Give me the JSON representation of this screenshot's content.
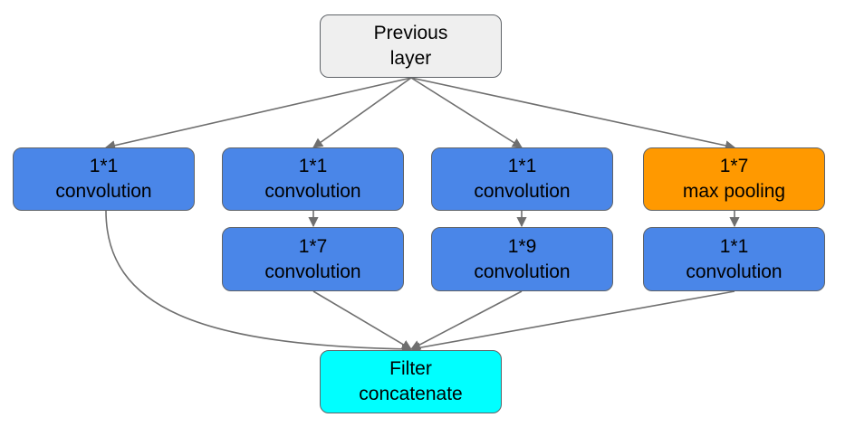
{
  "colors": {
    "source": "#efefef",
    "convolution": "#4a86e8",
    "pooling": "#ff9900",
    "output": "#00ffff",
    "edge": "#6f6f6f"
  },
  "nodes": {
    "previous_layer": {
      "line1": "Previous",
      "line2": "layer"
    },
    "branch1_conv1x1": {
      "line1": "1*1",
      "line2": "convolution"
    },
    "branch2_conv1x1": {
      "line1": "1*1",
      "line2": "convolution"
    },
    "branch3_conv1x1": {
      "line1": "1*1",
      "line2": "convolution"
    },
    "branch4_pool1x7": {
      "line1": "1*7",
      "line2": "max pooling"
    },
    "branch2_conv1x7": {
      "line1": "1*7",
      "line2": "convolution"
    },
    "branch3_conv1x9": {
      "line1": "1*9",
      "line2": "convolution"
    },
    "branch4_conv1x1": {
      "line1": "1*1",
      "line2": "convolution"
    },
    "filter_concat": {
      "line1": "Filter",
      "line2": "concatenate"
    }
  },
  "edges": [
    [
      "previous_layer",
      "branch1_conv1x1"
    ],
    [
      "previous_layer",
      "branch2_conv1x1"
    ],
    [
      "previous_layer",
      "branch3_conv1x1"
    ],
    [
      "previous_layer",
      "branch4_pool1x7"
    ],
    [
      "branch2_conv1x1",
      "branch2_conv1x7"
    ],
    [
      "branch3_conv1x1",
      "branch3_conv1x9"
    ],
    [
      "branch4_pool1x7",
      "branch4_conv1x1"
    ],
    [
      "branch1_conv1x1",
      "filter_concat"
    ],
    [
      "branch2_conv1x7",
      "filter_concat"
    ],
    [
      "branch3_conv1x9",
      "filter_concat"
    ],
    [
      "branch4_conv1x1",
      "filter_concat"
    ]
  ]
}
